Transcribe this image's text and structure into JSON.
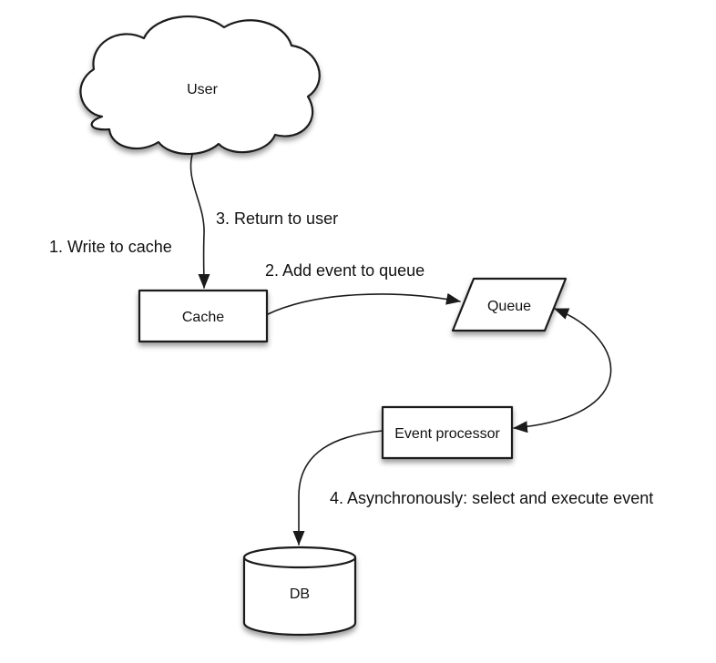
{
  "diagram": {
    "background": "#ffffff",
    "palette": {
      "stroke": "#1b1b1b",
      "shape_fill": "#ffffff",
      "text": "#111111",
      "shadow": "rgba(0,0,0,0.38)"
    },
    "nodes": {
      "user": {
        "label": "User",
        "shape": "cloud"
      },
      "cache": {
        "label": "Cache",
        "shape": "rectangle"
      },
      "queue": {
        "label": "Queue",
        "shape": "parallelogram"
      },
      "event_processor": {
        "label": "Event processor",
        "shape": "rectangle"
      },
      "db": {
        "label": "DB",
        "shape": "cylinder"
      }
    },
    "edges": [
      {
        "from": "user",
        "to": "cache",
        "label": "1. Write to cache",
        "secondary_label": "3. Return to user",
        "direction": "one-way"
      },
      {
        "from": "cache",
        "to": "queue",
        "label": "2. Add event to queue",
        "direction": "one-way"
      },
      {
        "from": "queue",
        "to": "event_processor",
        "label": "",
        "direction": "two-way"
      },
      {
        "from": "event_processor",
        "to": "db",
        "label": "4. Asynchronously: select and execute event",
        "direction": "one-way"
      }
    ]
  }
}
